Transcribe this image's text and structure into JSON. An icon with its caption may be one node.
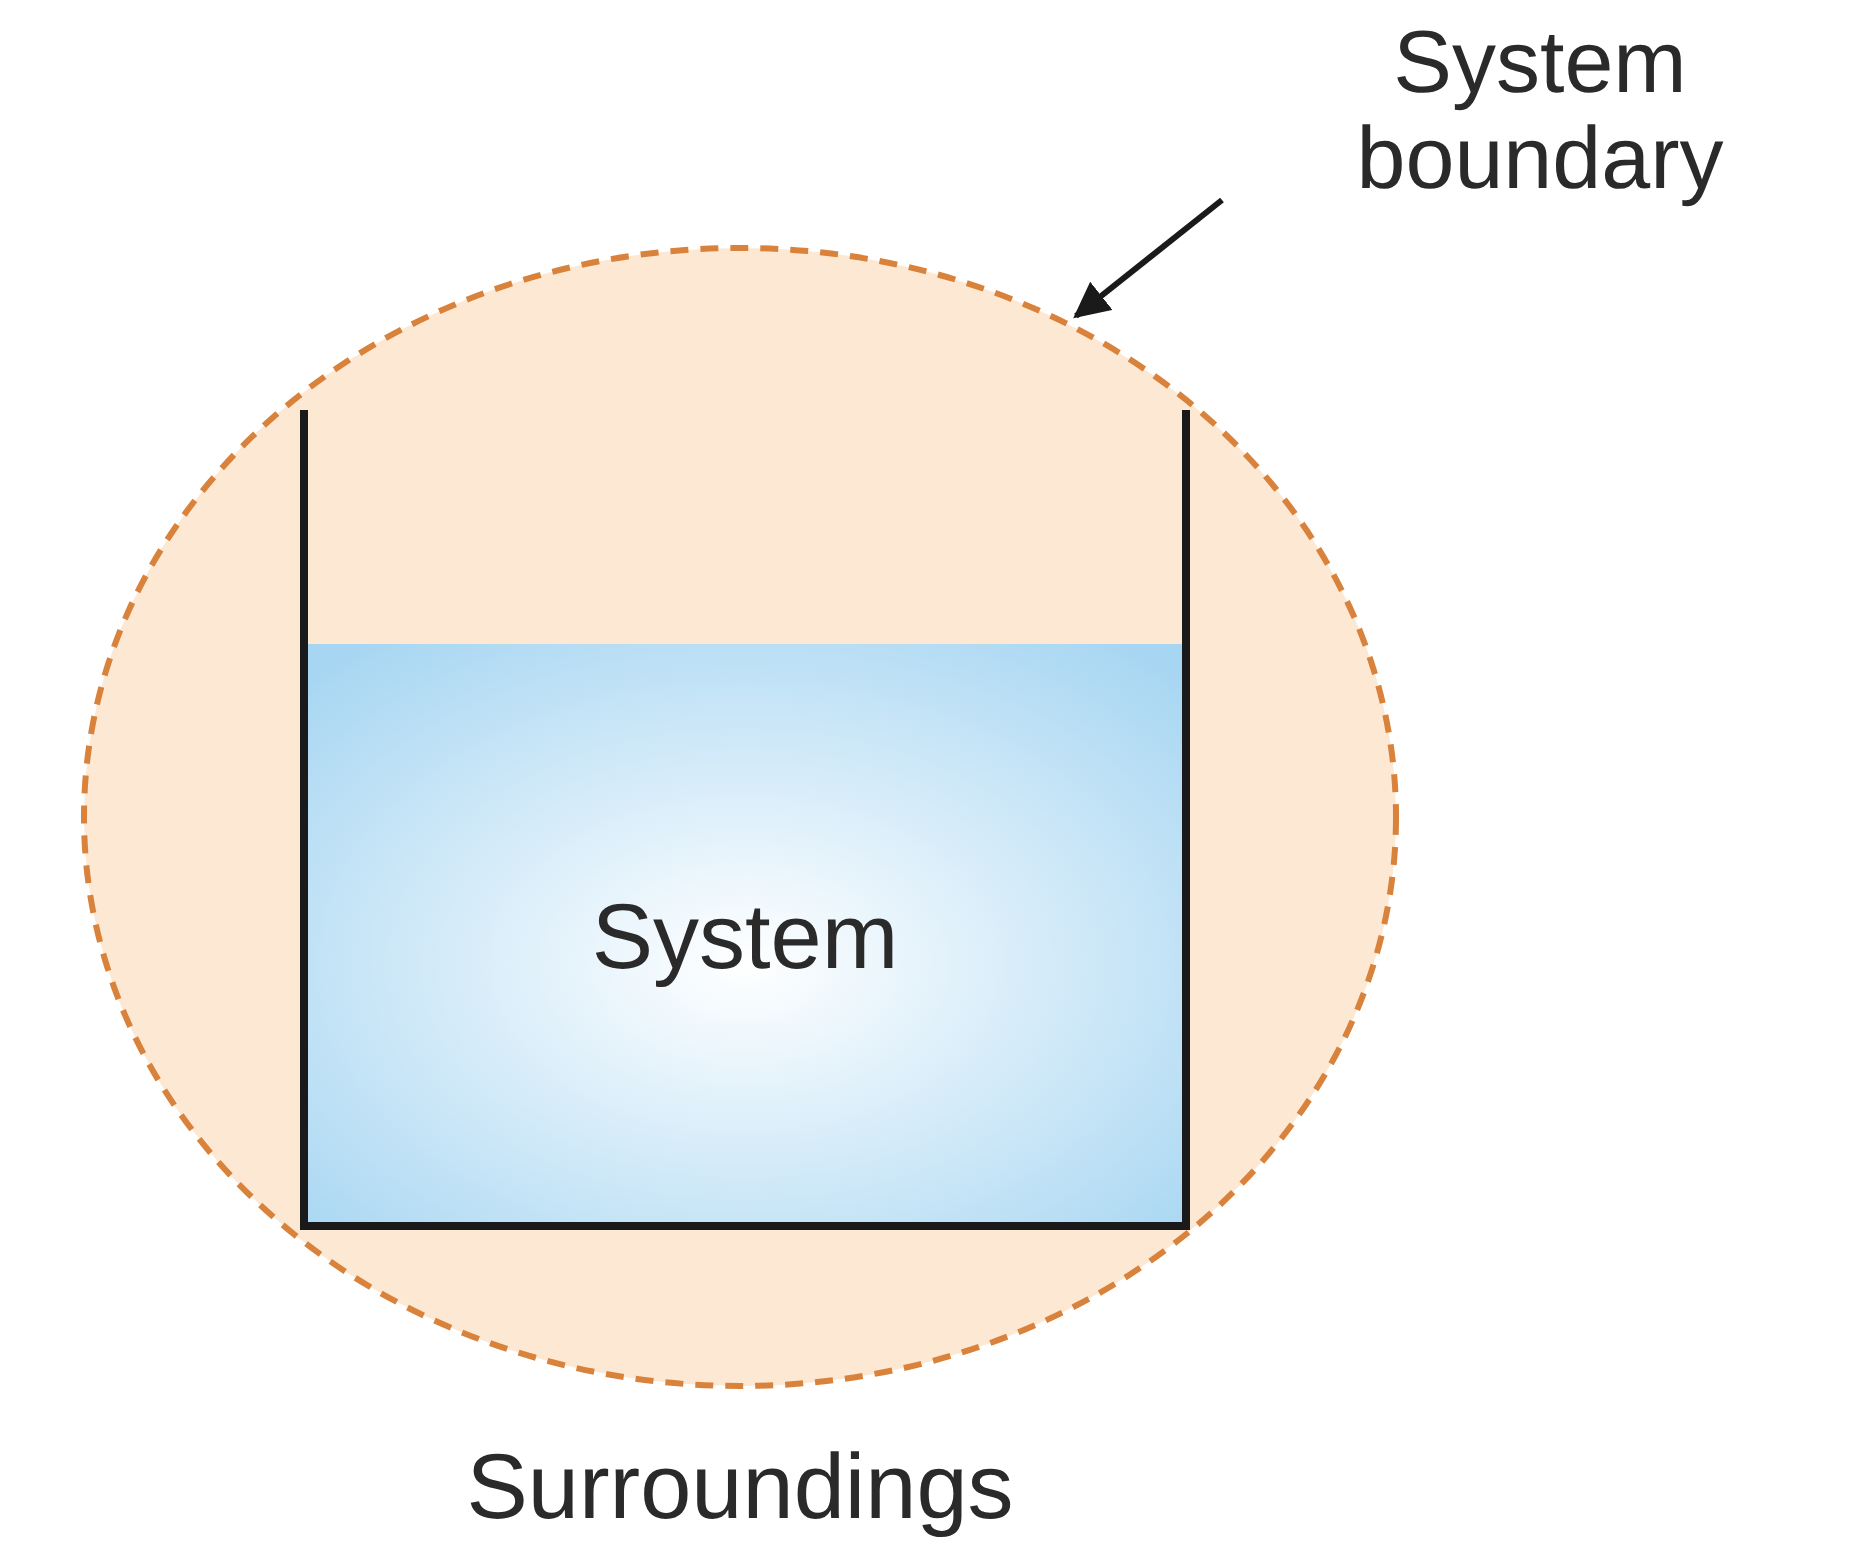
{
  "diagram": {
    "nodes": [
      {
        "text": [
          "System boundary"
        ]
      },
      {
        "text": [],
        "shape": "circle"
      },
      {
        "text": [
          "System"
        ],
        "in": 1
      }
    ],
    "edges": [
      {
        "from": 0,
        "to": 1,
        "arrow": "to"
      }
    ],
    "labels": [
      "Surroundings"
    ]
  }
}
